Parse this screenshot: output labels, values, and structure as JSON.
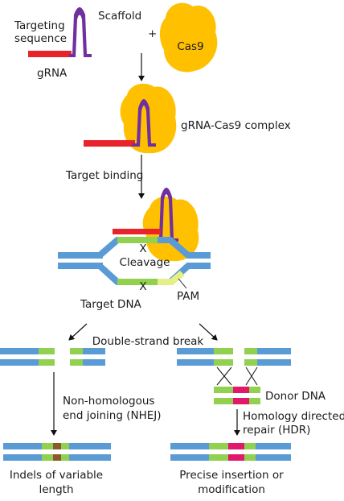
{
  "labels": {
    "targeting_line1": "Targeting",
    "targeting_line2": "sequence",
    "scaffold": "Scaffold",
    "plus": "+",
    "cas9": "Cas9",
    "grna": "gRNA",
    "complex": "gRNA-Cas9 complex",
    "target_binding": "Target binding",
    "cleavage": "Cleavage",
    "cleavage_mark_top": "X",
    "cleavage_mark_bottom": "X",
    "pam": "PAM",
    "target_dna": "Target DNA",
    "dsb": "Double-strand break",
    "nhej_line1": "Non-homologous",
    "nhej_line2": "end joining (NHEJ)",
    "donor_dna": "Donor DNA",
    "hdr_line1": "Homology directed",
    "hdr_line2": "repair (HDR)",
    "indels_line1": "Indels of variable",
    "indels_line2": "length",
    "precise_line1": "Precise insertion or",
    "precise_line2": "modification"
  },
  "colors": {
    "dna_blue": "#5b9bd5",
    "green": "#92d050",
    "red": "#e8232a",
    "purple": "#7030a0",
    "cas9": "#ffc000",
    "pam": "#e6f089",
    "indel": "#8b5a2b",
    "insert": "#e0196a"
  }
}
